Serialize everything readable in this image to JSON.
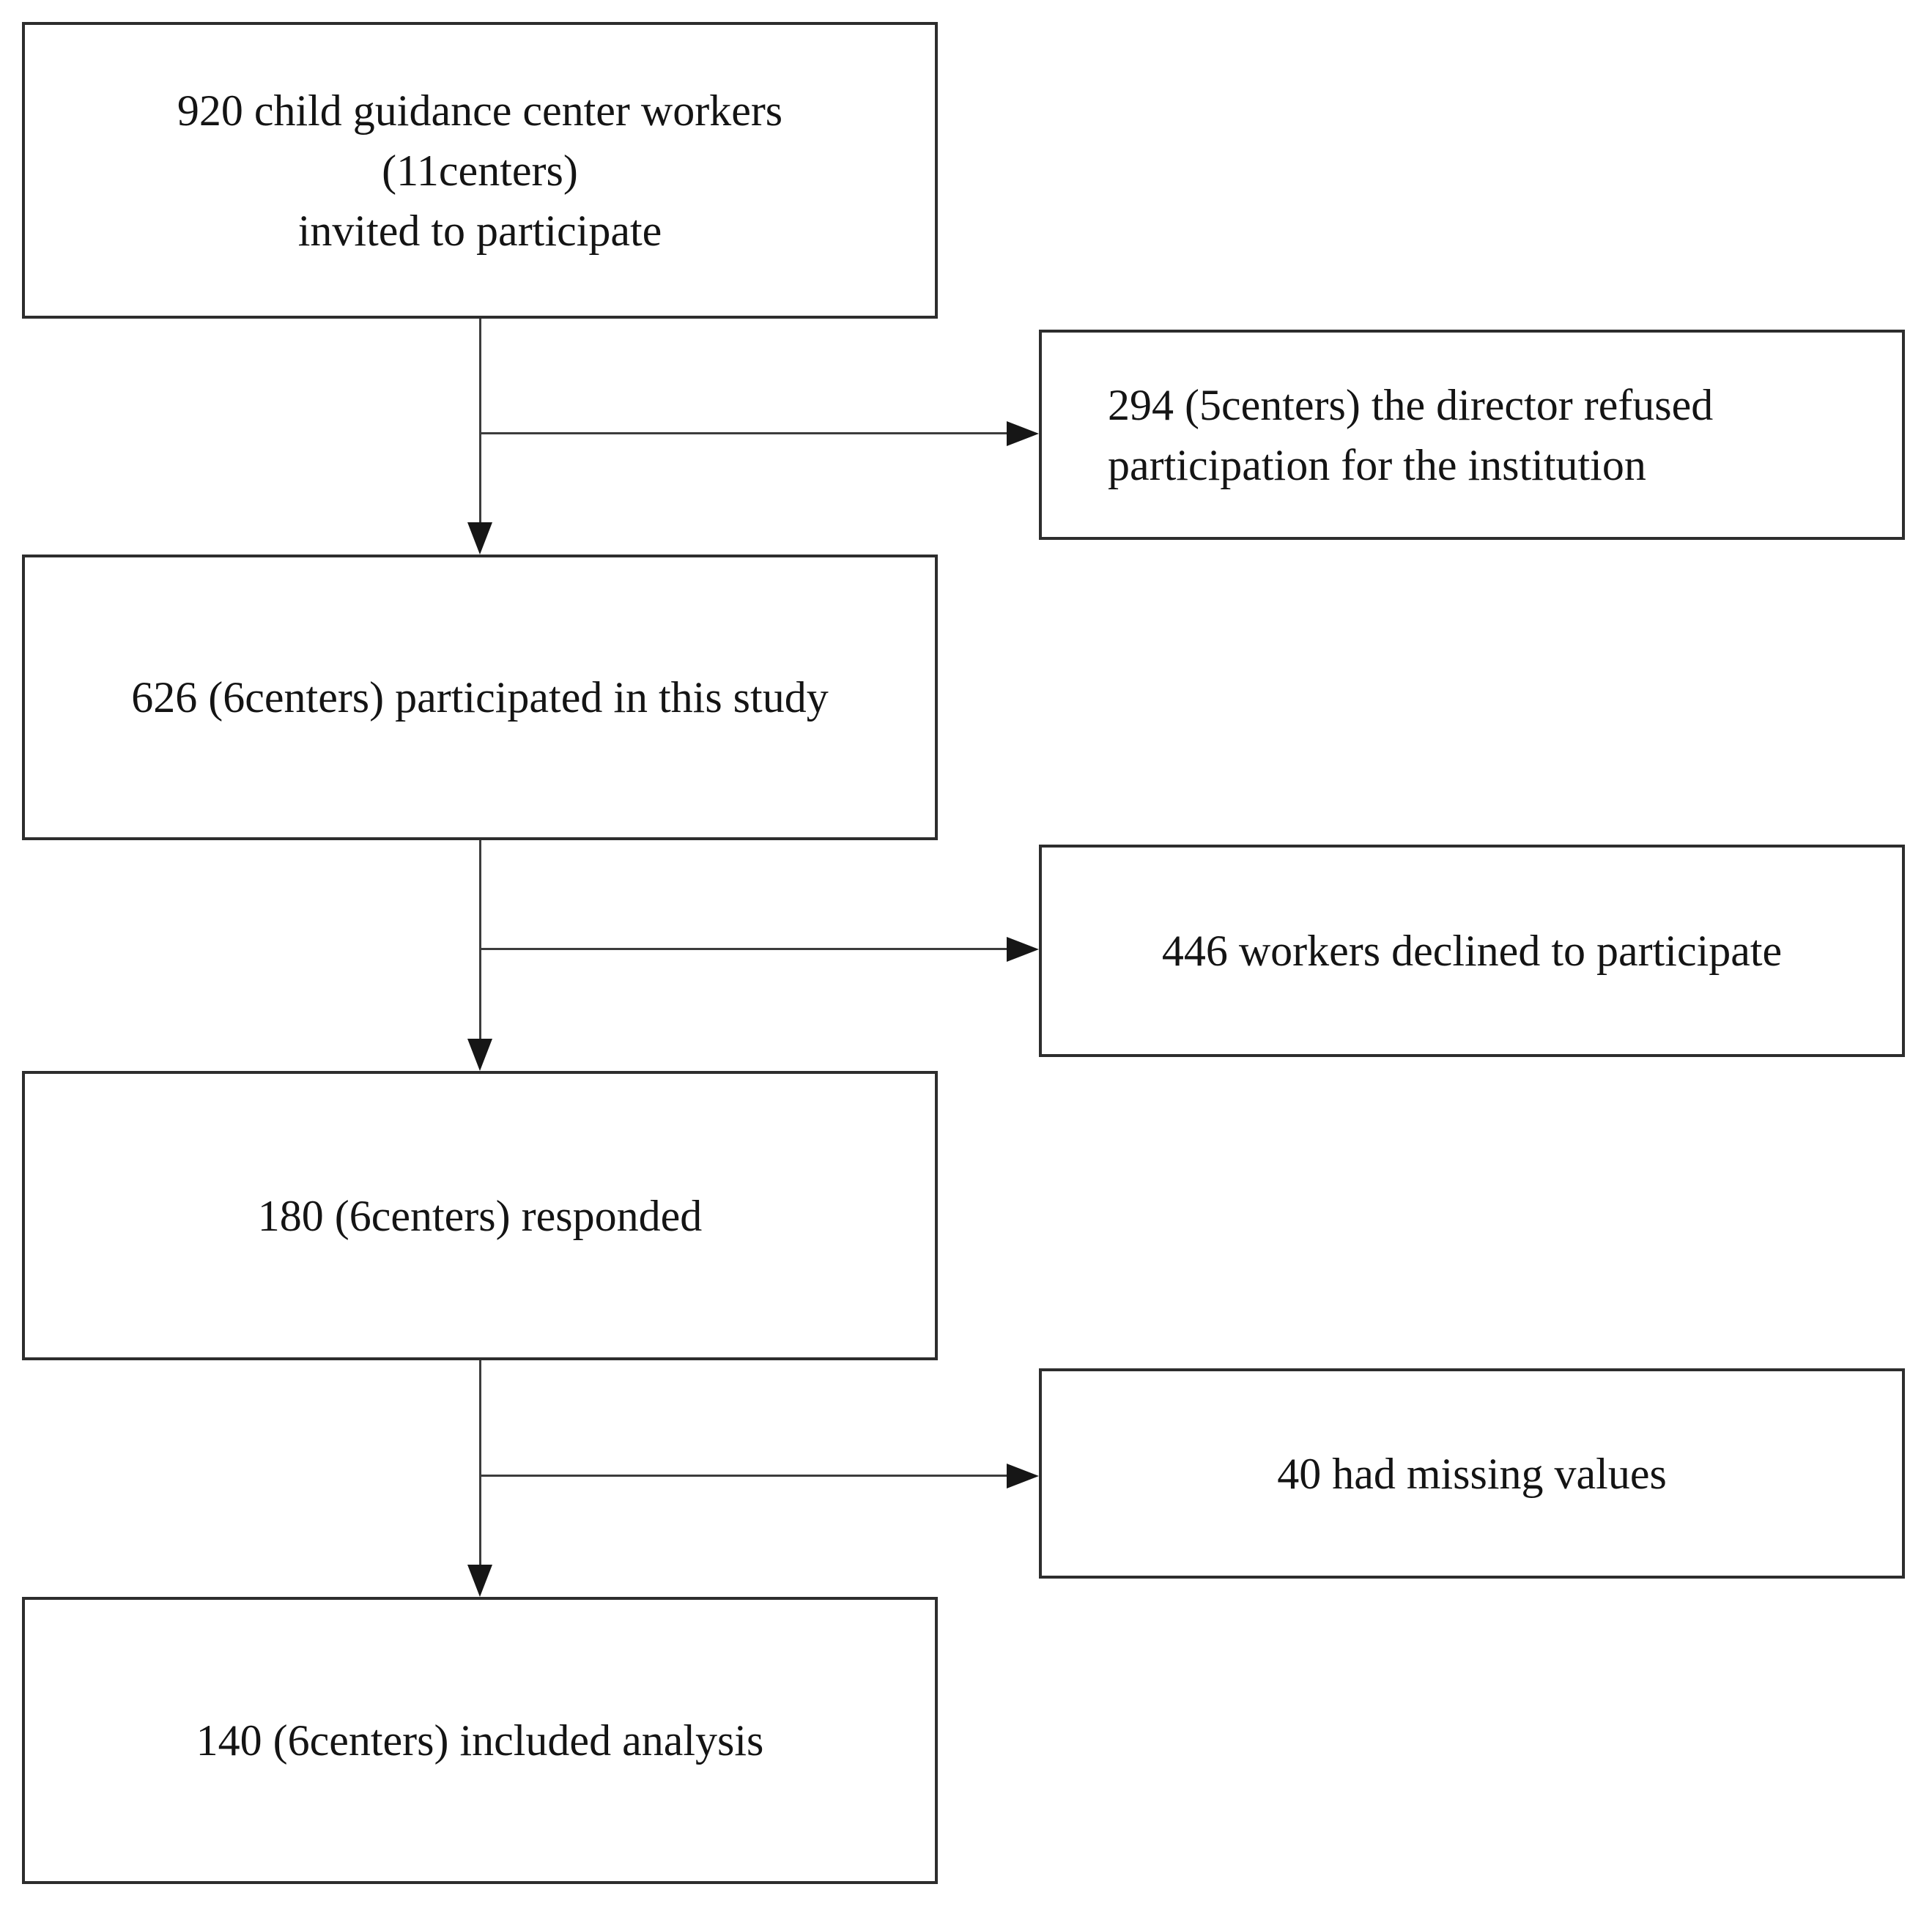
{
  "figure": {
    "type": "participant-flow-diagram",
    "background": "#ffffff",
    "colors": {
      "border": "#2d2d2d",
      "line": "#3c3c3c",
      "arrow": "#161616",
      "text": "#141414"
    }
  },
  "flow": {
    "main_boxes": [
      {
        "id": "invited",
        "lines": [
          "920 child guidance center workers",
          "(11centers)",
          "invited to participate"
        ]
      },
      {
        "id": "participated",
        "lines": [
          "626 (6centers) participated in this study"
        ]
      },
      {
        "id": "responded",
        "lines": [
          "180 (6centers) responded"
        ]
      },
      {
        "id": "analysis",
        "lines": [
          "140 (6centers) included analysis"
        ]
      }
    ],
    "side_boxes": [
      {
        "id": "director-refused",
        "lines": [
          "294 (5centers) the director refused",
          "participation for the institution"
        ]
      },
      {
        "id": "workers-declined",
        "lines": [
          "446 workers declined to participate"
        ]
      },
      {
        "id": "missing-values",
        "lines": [
          "40 had missing values"
        ]
      }
    ]
  }
}
